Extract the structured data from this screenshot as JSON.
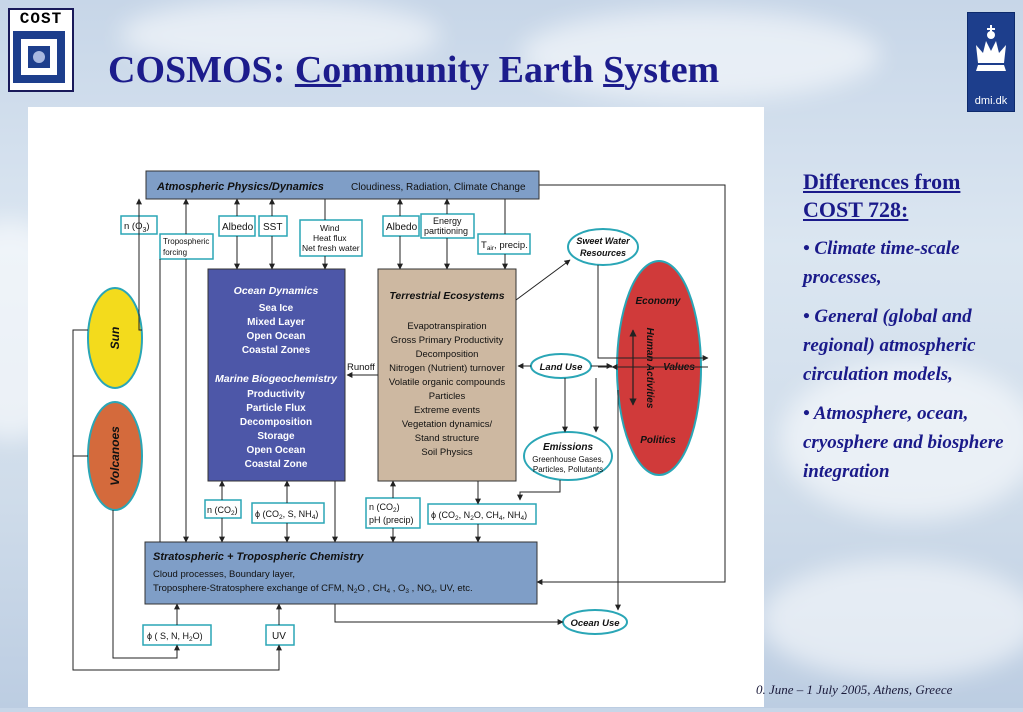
{
  "title": {
    "prefix": "COSMOS: ",
    "co": "Co",
    "mmunity": "mmunity Earth ",
    "s": "S",
    "rest": "ystem"
  },
  "logos": {
    "cost": "COST",
    "dmi": "dmi.dk"
  },
  "sidebar": {
    "heading": "Differences from COST 728:",
    "bullets": [
      "• Climate time-scale processes,",
      "• General (global and regional) atmospheric circulation models,",
      "• Atmosphere, ocean, cryosphere and biosphere integration"
    ]
  },
  "footer": "0. June – 1 July 2005, Athens, Greece",
  "diagram": {
    "atm_title": "Atmospheric Physics/Dynamics",
    "atm_sub": "Cloudiness, Radiation, Climate Change",
    "n_o3": "n (O",
    "n_o3_sub": "3",
    "tropo_forcing": [
      "Tropospheric",
      "forcing"
    ],
    "albedo": "Albedo",
    "sst": "SST",
    "wind": [
      "Wind",
      "Heat flux",
      "Net fresh water"
    ],
    "albedo2": "Albedo",
    "energy": [
      "Energy",
      "partitioning"
    ],
    "tair": "T",
    "tair_sub": "air",
    "tair_rest": ", precip.",
    "sweet_water": [
      "Sweet Water",
      "Resources"
    ],
    "ocean_title": "Ocean Dynamics",
    "ocean_items": [
      "Sea Ice",
      "Mixed Layer",
      "Open Ocean",
      "Coastal Zones"
    ],
    "marine_title": "Marine Biogeochemistry",
    "marine_items": [
      "Productivity",
      "Particle Flux",
      "Decomposition",
      "Storage",
      "Open Ocean",
      "Coastal Zone"
    ],
    "runoff": "Runoff",
    "terr_title": "Terrestrial Ecosystems",
    "terr_items": [
      "Evapotranspiration",
      "Gross Primary Productivity",
      "Decomposition",
      "Nitrogen (Nutrient) turnover",
      "Volatile organic compounds",
      "Particles",
      "Extreme events",
      "Vegetation dynamics/",
      "Stand structure",
      "Soil Physics"
    ],
    "land_use": "Land Use",
    "emissions": "Emissions",
    "emissions_sub": [
      "Greenhouse Gases,",
      "Particles, Pollutants"
    ],
    "economy": "Economy",
    "human_activities": "Human Activities",
    "values": "Values",
    "politics": "Politics",
    "sun": "Sun",
    "volcanoes": "Volcanoes",
    "n_co2": "n (CO",
    "phi_co2": "ϕ (CO",
    "phi_co2_rest": ", S, NH",
    "n_co2_ph": [
      "n (CO",
      "pH (precip)"
    ],
    "phi_co2_n2o": "ϕ (CO",
    "strato_title": "Stratospheric + Tropospheric Chemistry",
    "strato_line1": "Cloud processes, Boundary layer,",
    "strato_line2": "Troposphere-Stratosphere exchange of CFM, N",
    "strato_line2_rest": "O , CH",
    "strato_line2_end": ", UV, etc.",
    "ocean_use": "Ocean Use",
    "phi_snh2o": "ϕ ( S, N, H",
    "uv": "UV"
  },
  "colors": {
    "title": "#1c1c8c",
    "atm_box": "#7f9ec7",
    "ocean_box": "#4d57a8",
    "terr_box": "#cdb8a1",
    "strato_box": "#7f9ec7",
    "sun": "#f3db1c",
    "volcano": "#d46a3c",
    "human": "#d03a3a",
    "teal": "#2aa6b6"
  }
}
